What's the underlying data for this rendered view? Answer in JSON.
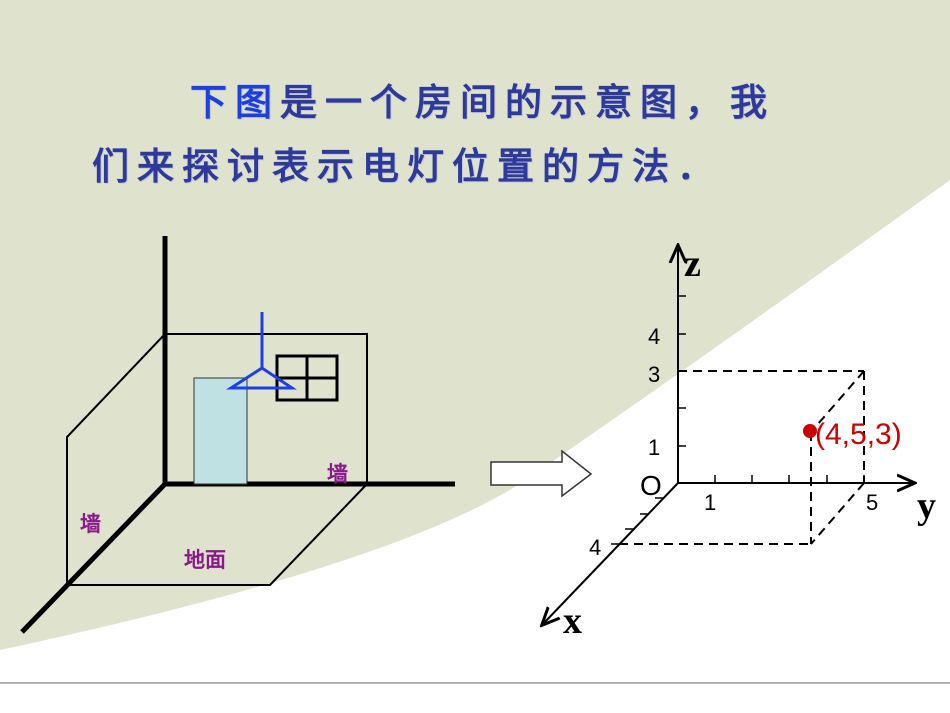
{
  "heading": {
    "line1_highlight": "下图",
    "line1_rest": "是一个房间的示意图，我",
    "line2": "们来探讨表示电灯位置的方法．"
  },
  "room": {
    "wall_left_label": "墙",
    "wall_right_label": "墙",
    "floor_label": "地面"
  },
  "axes": {
    "x_label": "x",
    "y_label": "y",
    "z_label": "z",
    "origin_label": "O",
    "tick_labels": {
      "z_1": "1",
      "z_3": "3",
      "z_4": "4",
      "y_1": "1",
      "y_5": "5",
      "x_4": "4"
    },
    "point_label": "(4,5,3)"
  },
  "colors": {
    "heading": "#2e3a9a",
    "heading_highlight": "#1e3fe0",
    "room_label": "#8a1a8a",
    "lamp": "#1f3fe6",
    "door": "#bfe1e3",
    "point": "#cc0000",
    "background_green": "#dfe2cc"
  }
}
